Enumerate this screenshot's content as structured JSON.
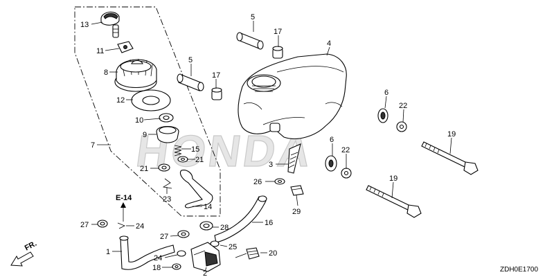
{
  "diagram": {
    "watermark": "HONDA",
    "drawing_code": "ZDH0E1700",
    "front_marker": "FR.",
    "reference": "E-14",
    "callouts": [
      {
        "id": "c13a",
        "text": "13"
      },
      {
        "id": "c11",
        "text": "11"
      },
      {
        "id": "c8",
        "text": "8"
      },
      {
        "id": "c12",
        "text": "12"
      },
      {
        "id": "c10",
        "text": "10"
      },
      {
        "id": "c9",
        "text": "9"
      },
      {
        "id": "c7",
        "text": "7"
      },
      {
        "id": "c15",
        "text": "15"
      },
      {
        "id": "c21a",
        "text": "21"
      },
      {
        "id": "c21b",
        "text": "21"
      },
      {
        "id": "c23",
        "text": "23"
      },
      {
        "id": "c14",
        "text": "14"
      },
      {
        "id": "c5a",
        "text": "5"
      },
      {
        "id": "c17a",
        "text": "17"
      },
      {
        "id": "c4",
        "text": "4"
      },
      {
        "id": "c5b",
        "text": "5"
      },
      {
        "id": "c17b",
        "text": "17"
      },
      {
        "id": "c6a",
        "text": "6"
      },
      {
        "id": "c22a",
        "text": "22"
      },
      {
        "id": "c19a",
        "text": "19"
      },
      {
        "id": "c6b",
        "text": "6"
      },
      {
        "id": "c22b",
        "text": "22"
      },
      {
        "id": "c3",
        "text": "3"
      },
      {
        "id": "c26",
        "text": "26"
      },
      {
        "id": "c19b",
        "text": "19"
      },
      {
        "id": "c29",
        "text": "29"
      },
      {
        "id": "c16",
        "text": "16"
      },
      {
        "id": "c27a",
        "text": "27"
      },
      {
        "id": "c24a",
        "text": "24"
      },
      {
        "id": "c28",
        "text": "28"
      },
      {
        "id": "c27b",
        "text": "27"
      },
      {
        "id": "c25",
        "text": "25"
      },
      {
        "id": "c1",
        "text": "1"
      },
      {
        "id": "c24b",
        "text": "24"
      },
      {
        "id": "c18",
        "text": "18"
      },
      {
        "id": "c2",
        "text": "2"
      },
      {
        "id": "c20",
        "text": "20"
      }
    ]
  }
}
